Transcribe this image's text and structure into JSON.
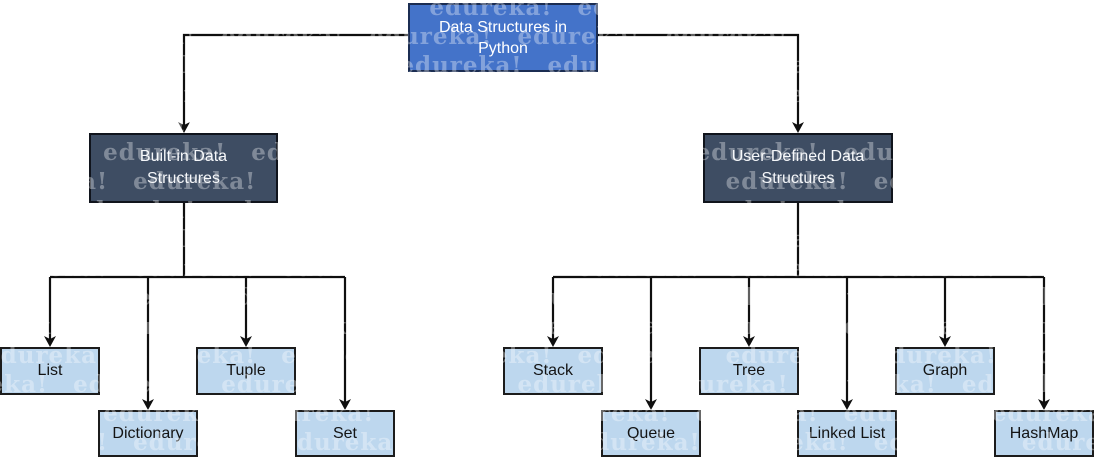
{
  "diagram": {
    "root": {
      "label": "Data Structures in Python"
    },
    "branches": [
      {
        "label": "Built-in Data Structures",
        "children": [
          "List",
          "Dictionary",
          "Tuple",
          "Set"
        ]
      },
      {
        "label": "User-Defined Data Structures",
        "children": [
          "Stack",
          "Queue",
          "Tree",
          "Linked List",
          "Graph",
          "HashMap"
        ]
      }
    ]
  },
  "watermark": {
    "text": "edureka!"
  },
  "colors": {
    "root_fill": "#4473C9",
    "root_border": "#1b2d52",
    "branch_fill": "#3E4D63",
    "branch_border": "#10141c",
    "leaf_fill": "#BDD7EE",
    "leaf_border": "#1c1c1c",
    "connector": "#0f0f0f",
    "canvas_bg": "#ffffff"
  }
}
